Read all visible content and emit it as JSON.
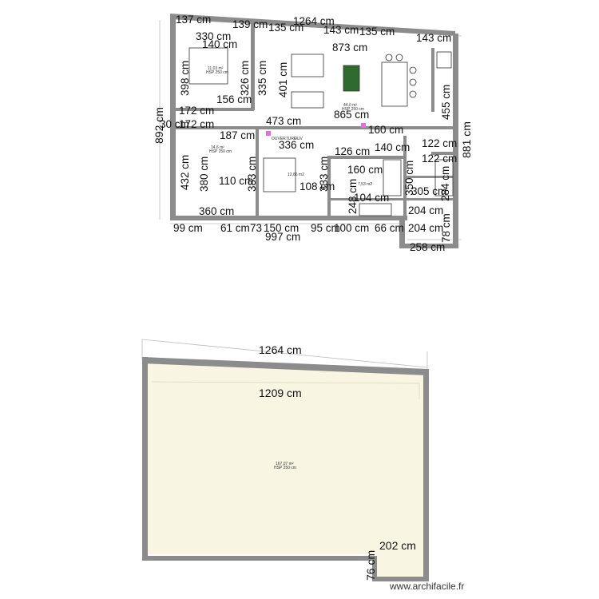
{
  "upper_plan": {
    "dimensions": [
      {
        "text": "137 cm"
      },
      {
        "text": "139 cm"
      },
      {
        "text": "1264 cm"
      },
      {
        "text": "330 cm"
      },
      {
        "text": "135 cm"
      },
      {
        "text": "143 cm"
      },
      {
        "text": "135 cm"
      },
      {
        "text": "143 cm"
      },
      {
        "text": "140 cm"
      },
      {
        "text": "873 cm"
      },
      {
        "text": "326 cm"
      },
      {
        "text": "335 cm"
      },
      {
        "text": "398 cm"
      },
      {
        "text": "401 cm"
      },
      {
        "text": "455 cm"
      },
      {
        "text": "156 cm"
      },
      {
        "text": "172 cm"
      },
      {
        "text": "865 cm"
      },
      {
        "text": "30 cm"
      },
      {
        "text": "172 cm"
      },
      {
        "text": "473 cm"
      },
      {
        "text": "160 cm"
      },
      {
        "text": "187 cm"
      },
      {
        "text": "336 cm"
      },
      {
        "text": "122 cm"
      },
      {
        "text": "126 cm"
      },
      {
        "text": "140 cm"
      },
      {
        "text": "122 cm"
      },
      {
        "text": "160 cm"
      },
      {
        "text": "892 cm"
      },
      {
        "text": "881 cm"
      },
      {
        "text": "432 cm"
      },
      {
        "text": "380 cm"
      },
      {
        "text": "110 cm"
      },
      {
        "text": "383 cm"
      },
      {
        "text": "108 cm"
      },
      {
        "text": "333 cm"
      },
      {
        "text": "248 cm"
      },
      {
        "text": "104 cm"
      },
      {
        "text": "350 cm"
      },
      {
        "text": "305 cm"
      },
      {
        "text": "284 cm"
      },
      {
        "text": "204 cm"
      },
      {
        "text": "360 cm"
      },
      {
        "text": "204 cm"
      },
      {
        "text": "99 cm"
      },
      {
        "text": "61 cm"
      },
      {
        "text": "73"
      },
      {
        "text": "150 cm"
      },
      {
        "text": "95 cm"
      },
      {
        "text": "100 cm"
      },
      {
        "text": "66 cm"
      },
      {
        "text": "78 cm"
      },
      {
        "text": "997 cm"
      },
      {
        "text": "258 cm"
      }
    ],
    "room_labels": [
      {
        "area": "11,03 m²",
        "height": "HSP 250 cm"
      },
      {
        "area": "44,0 m²",
        "height": "HSP 250 cm"
      },
      {
        "area": "14,6 m²",
        "height": "HSP 250 cm"
      },
      {
        "area": "12,86 m2",
        "height": ""
      },
      {
        "area": "7,53 m2",
        "height": ""
      }
    ],
    "doorway_labels": [
      {
        "text": "OUVERTURE"
      },
      {
        "text": "OUV"
      }
    ]
  },
  "lower_plan": {
    "dimensions": [
      {
        "text": "1264 cm"
      },
      {
        "text": "1209 cm"
      },
      {
        "text": "202 cm"
      },
      {
        "text": "76 cm"
      }
    ],
    "room_label": {
      "area": "167,07 m²",
      "height": "HSP 250 cm"
    }
  },
  "watermark": {
    "text": "www.archifacile.fr"
  },
  "colors": {
    "wall": "#8c8c8c",
    "lower_floor_fill": "#f8f6e2",
    "inner_line": "#d9d7b8",
    "dim_line": "#bbbbbb",
    "furniture": "#333333",
    "pool_table": "#2f6b2f",
    "marker": "#e070e0"
  }
}
